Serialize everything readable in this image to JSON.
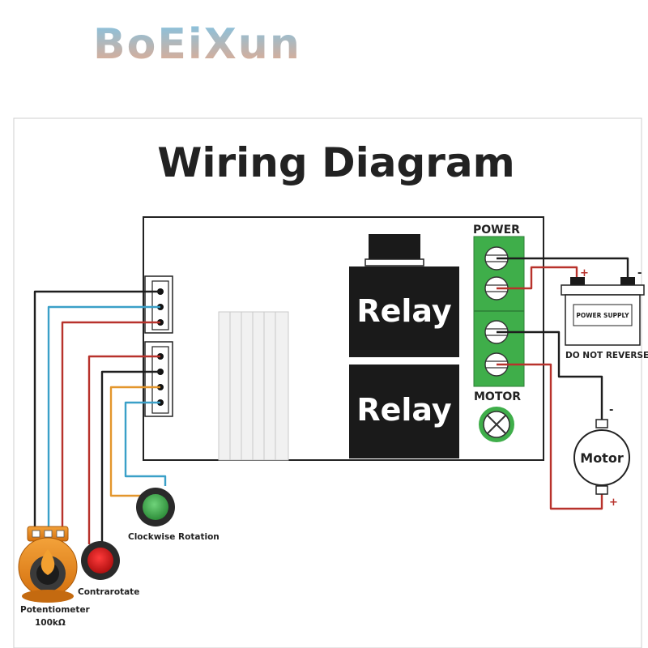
{
  "brand": {
    "text": "BoEiXun",
    "color_top": "#7fc4e6",
    "color_bottom": "#e9a98a"
  },
  "title": "Wiring Diagram",
  "board": {
    "relay_top_label": "Relay",
    "relay_bottom_label": "Relay",
    "power_label": "POWER",
    "motor_label": "MOTOR"
  },
  "power_supply": {
    "label": "POWER SUPPLY",
    "warning": "DO NOT REVERSE",
    "plus": "+",
    "minus": "-"
  },
  "motor": {
    "label": "Motor",
    "minus": "-",
    "plus": "+"
  },
  "components": {
    "clockwise_label": "Clockwise Rotation",
    "contrarotate_label": "Contrarotate",
    "potentiometer_label": "Potentiometer",
    "potentiometer_value": "100kΩ"
  },
  "colors": {
    "wire_black": "#1e1e1e",
    "wire_blue": "#3aa0c8",
    "wire_red": "#b8322c",
    "wire_orange": "#e3962c",
    "terminal_green": "#3fae4a",
    "button_green": "#3fae4a",
    "button_red": "#d42020",
    "potentiometer_orange": "#e88a1c",
    "relay_black": "#1a1a1a"
  }
}
